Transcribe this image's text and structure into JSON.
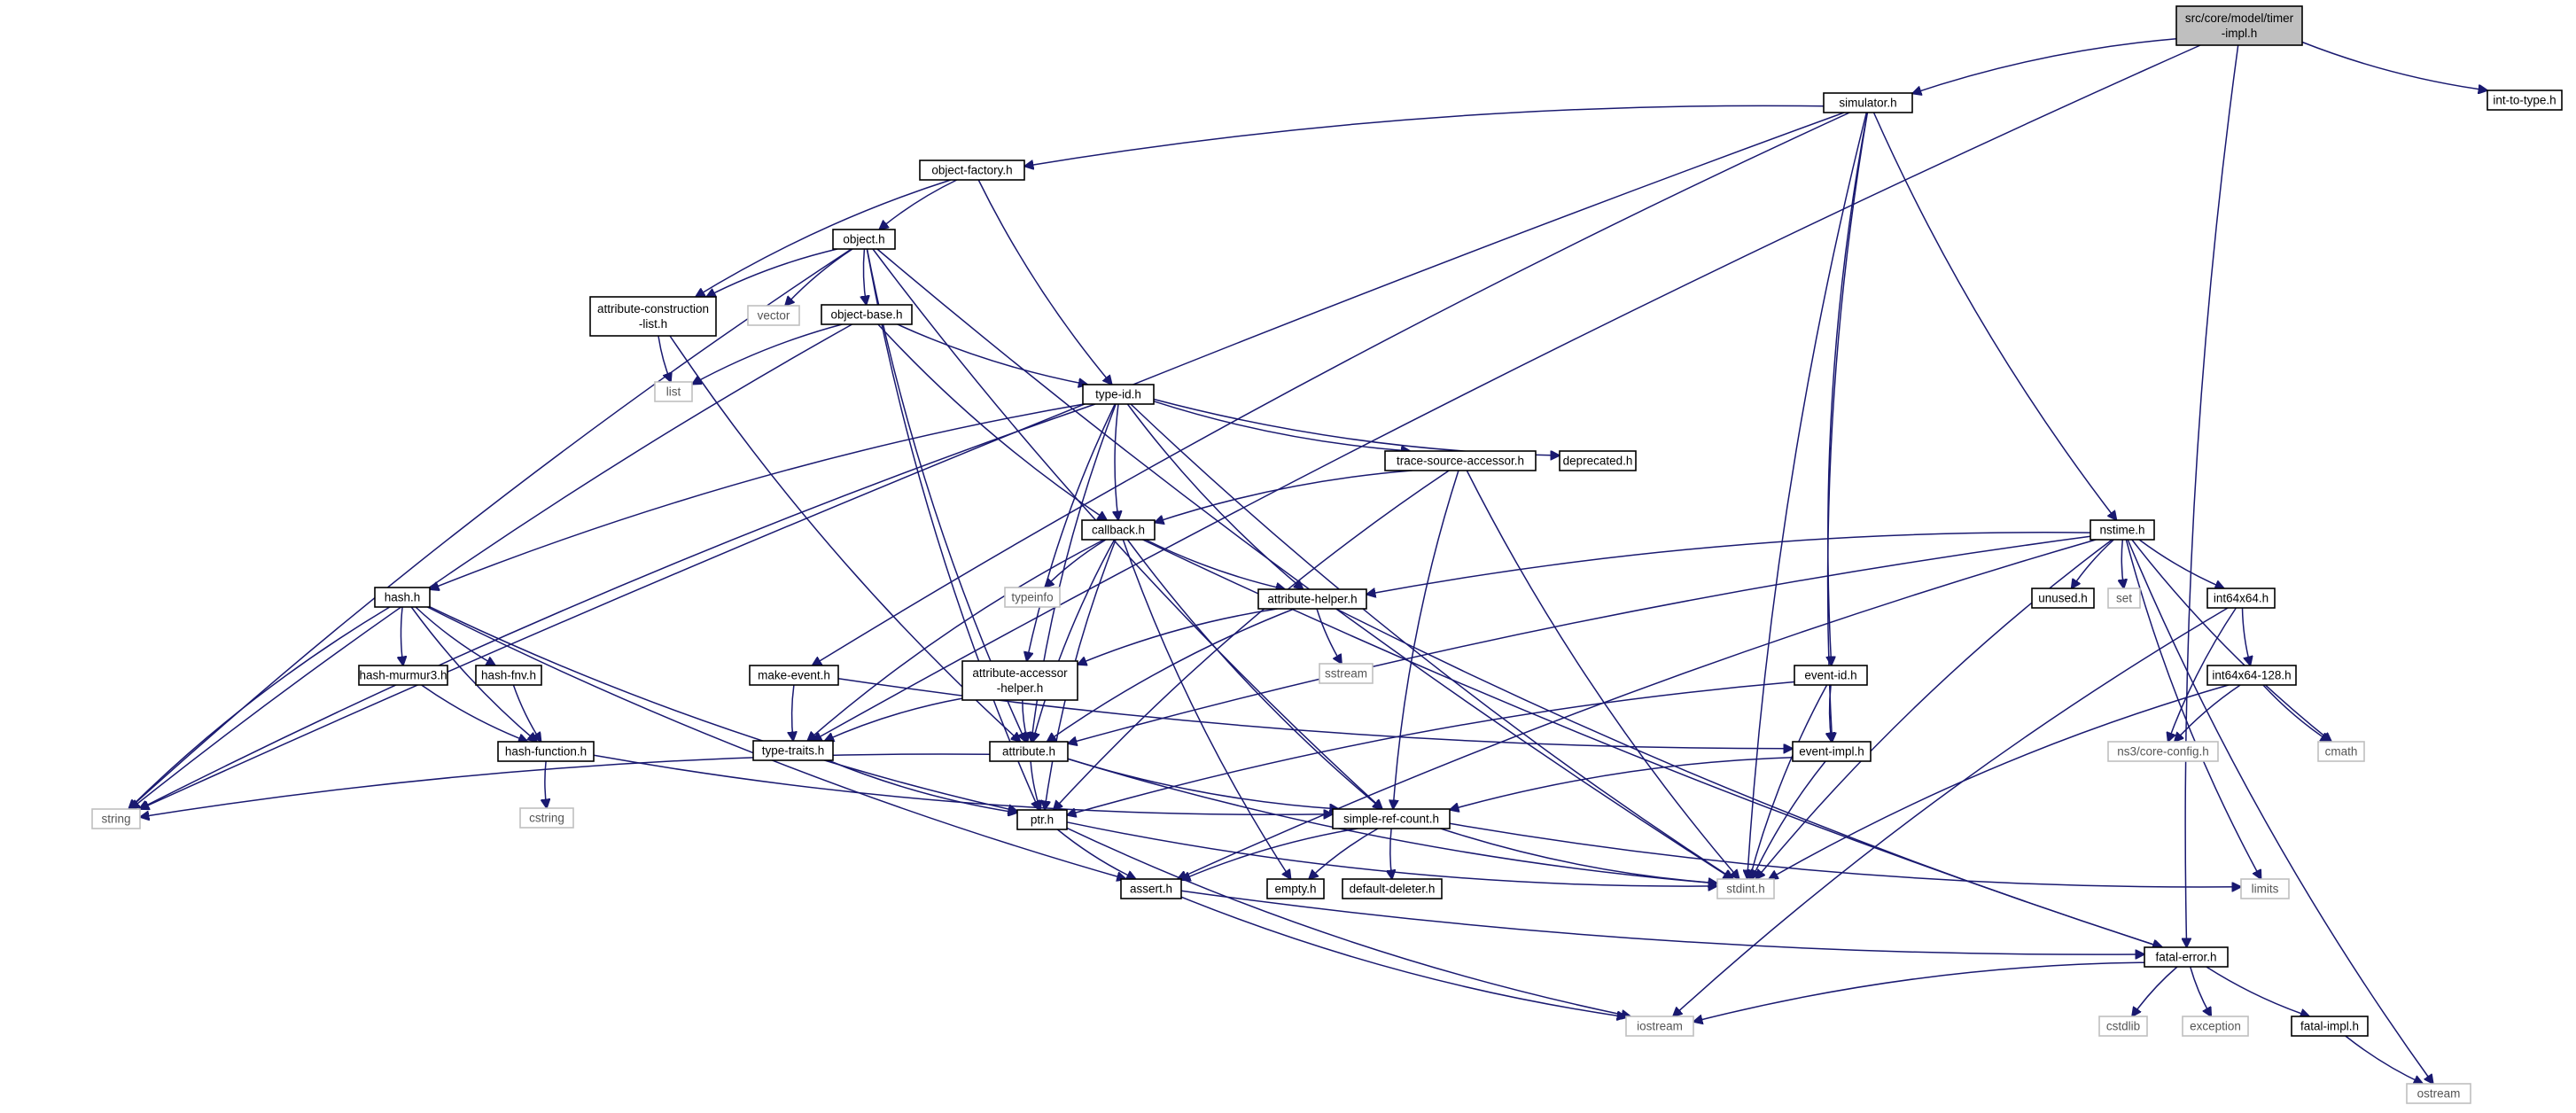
{
  "diagram": {
    "nodes": [
      {
        "id": "root",
        "lines": [
          "src/core/model/timer",
          "-impl.h"
        ],
        "kind": "root"
      },
      {
        "id": "simulator",
        "lines": [
          "simulator.h"
        ],
        "kind": "user"
      },
      {
        "id": "inttotype",
        "lines": [
          "int-to-type.h"
        ],
        "kind": "user"
      },
      {
        "id": "objectfactory",
        "lines": [
          "object-factory.h"
        ],
        "kind": "user"
      },
      {
        "id": "object",
        "lines": [
          "object.h"
        ],
        "kind": "user"
      },
      {
        "id": "attrconstlist",
        "lines": [
          "attribute-construction",
          "-list.h"
        ],
        "kind": "user"
      },
      {
        "id": "vector",
        "lines": [
          "vector"
        ],
        "kind": "sys"
      },
      {
        "id": "objectbase",
        "lines": [
          "object-base.h"
        ],
        "kind": "user"
      },
      {
        "id": "list",
        "lines": [
          "list"
        ],
        "kind": "sys"
      },
      {
        "id": "typeid",
        "lines": [
          "type-id.h"
        ],
        "kind": "user"
      },
      {
        "id": "tracesource",
        "lines": [
          "trace-source-accessor.h"
        ],
        "kind": "user"
      },
      {
        "id": "deprecated",
        "lines": [
          "deprecated.h"
        ],
        "kind": "user"
      },
      {
        "id": "callback",
        "lines": [
          "callback.h"
        ],
        "kind": "user"
      },
      {
        "id": "typeinfo",
        "lines": [
          "typeinfo"
        ],
        "kind": "sys"
      },
      {
        "id": "attrhelper",
        "lines": [
          "attribute-helper.h"
        ],
        "kind": "user"
      },
      {
        "id": "sstream",
        "lines": [
          "sstream"
        ],
        "kind": "sys"
      },
      {
        "id": "hash",
        "lines": [
          "hash.h"
        ],
        "kind": "user"
      },
      {
        "id": "hashmurmur",
        "lines": [
          "hash-murmur3.h"
        ],
        "kind": "user"
      },
      {
        "id": "hashfnv",
        "lines": [
          "hash-fnv.h"
        ],
        "kind": "user"
      },
      {
        "id": "hashfunction",
        "lines": [
          "hash-function.h"
        ],
        "kind": "user"
      },
      {
        "id": "cstring",
        "lines": [
          "cstring"
        ],
        "kind": "sys"
      },
      {
        "id": "makeevent",
        "lines": [
          "make-event.h"
        ],
        "kind": "user"
      },
      {
        "id": "typetraits",
        "lines": [
          "type-traits.h"
        ],
        "kind": "user"
      },
      {
        "id": "attraccessor",
        "lines": [
          "attribute-accessor",
          "-helper.h"
        ],
        "kind": "user"
      },
      {
        "id": "attribute",
        "lines": [
          "attribute.h"
        ],
        "kind": "user"
      },
      {
        "id": "string",
        "lines": [
          "string"
        ],
        "kind": "sys"
      },
      {
        "id": "ptr",
        "lines": [
          "ptr.h"
        ],
        "kind": "user"
      },
      {
        "id": "simplerefcount",
        "lines": [
          "simple-ref-count.h"
        ],
        "kind": "user"
      },
      {
        "id": "assert",
        "lines": [
          "assert.h"
        ],
        "kind": "user"
      },
      {
        "id": "empty",
        "lines": [
          "empty.h"
        ],
        "kind": "user"
      },
      {
        "id": "defaultdeleter",
        "lines": [
          "default-deleter.h"
        ],
        "kind": "user"
      },
      {
        "id": "stdint",
        "lines": [
          "stdint.h"
        ],
        "kind": "sys"
      },
      {
        "id": "eventid",
        "lines": [
          "event-id.h"
        ],
        "kind": "user"
      },
      {
        "id": "eventimpl",
        "lines": [
          "event-impl.h"
        ],
        "kind": "user"
      },
      {
        "id": "nstime",
        "lines": [
          "nstime.h"
        ],
        "kind": "user"
      },
      {
        "id": "unused",
        "lines": [
          "unused.h"
        ],
        "kind": "user"
      },
      {
        "id": "set",
        "lines": [
          "set"
        ],
        "kind": "sys"
      },
      {
        "id": "int64x64",
        "lines": [
          "int64x64.h"
        ],
        "kind": "user"
      },
      {
        "id": "int64x64128",
        "lines": [
          "int64x64-128.h"
        ],
        "kind": "user"
      },
      {
        "id": "coreconfig",
        "lines": [
          "ns3/core-config.h"
        ],
        "kind": "sys"
      },
      {
        "id": "cmath",
        "lines": [
          "cmath"
        ],
        "kind": "sys"
      },
      {
        "id": "limits",
        "lines": [
          "limits"
        ],
        "kind": "sys"
      },
      {
        "id": "fatalerror",
        "lines": [
          "fatal-error.h"
        ],
        "kind": "user"
      },
      {
        "id": "cstdlib",
        "lines": [
          "cstdlib"
        ],
        "kind": "sys"
      },
      {
        "id": "exception",
        "lines": [
          "exception"
        ],
        "kind": "sys"
      },
      {
        "id": "fatalimpl",
        "lines": [
          "fatal-impl.h"
        ],
        "kind": "user"
      },
      {
        "id": "iostream",
        "lines": [
          "iostream"
        ],
        "kind": "sys"
      },
      {
        "id": "ostream",
        "lines": [
          "ostream"
        ],
        "kind": "sys"
      }
    ],
    "edges": [
      [
        "root",
        "simulator"
      ],
      [
        "root",
        "inttotype"
      ],
      [
        "root",
        "typetraits"
      ],
      [
        "root",
        "fatalerror"
      ],
      [
        "simulator",
        "objectfactory"
      ],
      [
        "simulator",
        "string"
      ],
      [
        "simulator",
        "makeevent"
      ],
      [
        "simulator",
        "eventid"
      ],
      [
        "simulator",
        "eventimpl"
      ],
      [
        "simulator",
        "stdint"
      ],
      [
        "simulator",
        "nstime"
      ],
      [
        "objectfactory",
        "object"
      ],
      [
        "objectfactory",
        "attrconstlist"
      ],
      [
        "objectfactory",
        "typeid"
      ],
      [
        "object",
        "attrconstlist"
      ],
      [
        "object",
        "vector"
      ],
      [
        "object",
        "objectbase"
      ],
      [
        "object",
        "string"
      ],
      [
        "object",
        "ptr"
      ],
      [
        "object",
        "attribute"
      ],
      [
        "object",
        "simplerefcount"
      ],
      [
        "object",
        "stdint"
      ],
      [
        "attrconstlist",
        "list"
      ],
      [
        "attrconstlist",
        "attribute"
      ],
      [
        "objectbase",
        "list"
      ],
      [
        "objectbase",
        "string"
      ],
      [
        "objectbase",
        "typeid"
      ],
      [
        "objectbase",
        "callback"
      ],
      [
        "typeid",
        "tracesource"
      ],
      [
        "typeid",
        "deprecated"
      ],
      [
        "typeid",
        "callback"
      ],
      [
        "typeid",
        "attrhelper"
      ],
      [
        "typeid",
        "attraccessor"
      ],
      [
        "typeid",
        "hash"
      ],
      [
        "typeid",
        "string"
      ],
      [
        "typeid",
        "stdint"
      ],
      [
        "typeid",
        "attribute"
      ],
      [
        "tracesource",
        "callback"
      ],
      [
        "tracesource",
        "ptr"
      ],
      [
        "tracesource",
        "simplerefcount"
      ],
      [
        "tracesource",
        "stdint"
      ],
      [
        "callback",
        "typeinfo"
      ],
      [
        "callback",
        "attrhelper"
      ],
      [
        "callback",
        "typetraits"
      ],
      [
        "callback",
        "attribute"
      ],
      [
        "callback",
        "ptr"
      ],
      [
        "callback",
        "simplerefcount"
      ],
      [
        "callback",
        "empty"
      ],
      [
        "callback",
        "fatalerror"
      ],
      [
        "attrhelper",
        "sstream"
      ],
      [
        "attrhelper",
        "attraccessor"
      ],
      [
        "attrhelper",
        "attribute"
      ],
      [
        "attrhelper",
        "fatalerror"
      ],
      [
        "hash",
        "hashmurmur"
      ],
      [
        "hash",
        "hashfnv"
      ],
      [
        "hash",
        "hashfunction"
      ],
      [
        "hash",
        "string"
      ],
      [
        "hash",
        "ptr"
      ],
      [
        "hash",
        "assert"
      ],
      [
        "hashmurmur",
        "hashfunction"
      ],
      [
        "hashfnv",
        "hashfunction"
      ],
      [
        "hashfunction",
        "cstring"
      ],
      [
        "hashfunction",
        "simplerefcount"
      ],
      [
        "makeevent",
        "typetraits"
      ],
      [
        "makeevent",
        "eventimpl"
      ],
      [
        "typetraits",
        "ptr"
      ],
      [
        "attraccessor",
        "typetraits"
      ],
      [
        "attraccessor",
        "attribute"
      ],
      [
        "attribute",
        "string"
      ],
      [
        "attribute",
        "ptr"
      ],
      [
        "attribute",
        "simplerefcount"
      ],
      [
        "attribute",
        "stdint"
      ],
      [
        "ptr",
        "assert"
      ],
      [
        "ptr",
        "stdint"
      ],
      [
        "ptr",
        "iostream"
      ],
      [
        "simplerefcount",
        "empty"
      ],
      [
        "simplerefcount",
        "defaultdeleter"
      ],
      [
        "simplerefcount",
        "assert"
      ],
      [
        "simplerefcount",
        "stdint"
      ],
      [
        "simplerefcount",
        "limits"
      ],
      [
        "assert",
        "fatalerror"
      ],
      [
        "assert",
        "iostream"
      ],
      [
        "eventid",
        "eventimpl"
      ],
      [
        "eventid",
        "ptr"
      ],
      [
        "eventid",
        "stdint"
      ],
      [
        "eventimpl",
        "simplerefcount"
      ],
      [
        "eventimpl",
        "stdint"
      ],
      [
        "nstime",
        "attrhelper"
      ],
      [
        "nstime",
        "attribute"
      ],
      [
        "nstime",
        "unused"
      ],
      [
        "nstime",
        "set"
      ],
      [
        "nstime",
        "int64x64"
      ],
      [
        "nstime",
        "cmath"
      ],
      [
        "nstime",
        "limits"
      ],
      [
        "nstime",
        "ostream"
      ],
      [
        "nstime",
        "stdint"
      ],
      [
        "nstime",
        "assert"
      ],
      [
        "int64x64",
        "int64x64128"
      ],
      [
        "int64x64",
        "coreconfig"
      ],
      [
        "int64x64",
        "iostream"
      ],
      [
        "int64x64128",
        "coreconfig"
      ],
      [
        "int64x64128",
        "cmath"
      ],
      [
        "int64x64128",
        "stdint"
      ],
      [
        "fatalerror",
        "cstdlib"
      ],
      [
        "fatalerror",
        "exception"
      ],
      [
        "fatalerror",
        "fatalimpl"
      ],
      [
        "fatalerror",
        "iostream"
      ],
      [
        "fatalimpl",
        "ostream"
      ]
    ]
  }
}
